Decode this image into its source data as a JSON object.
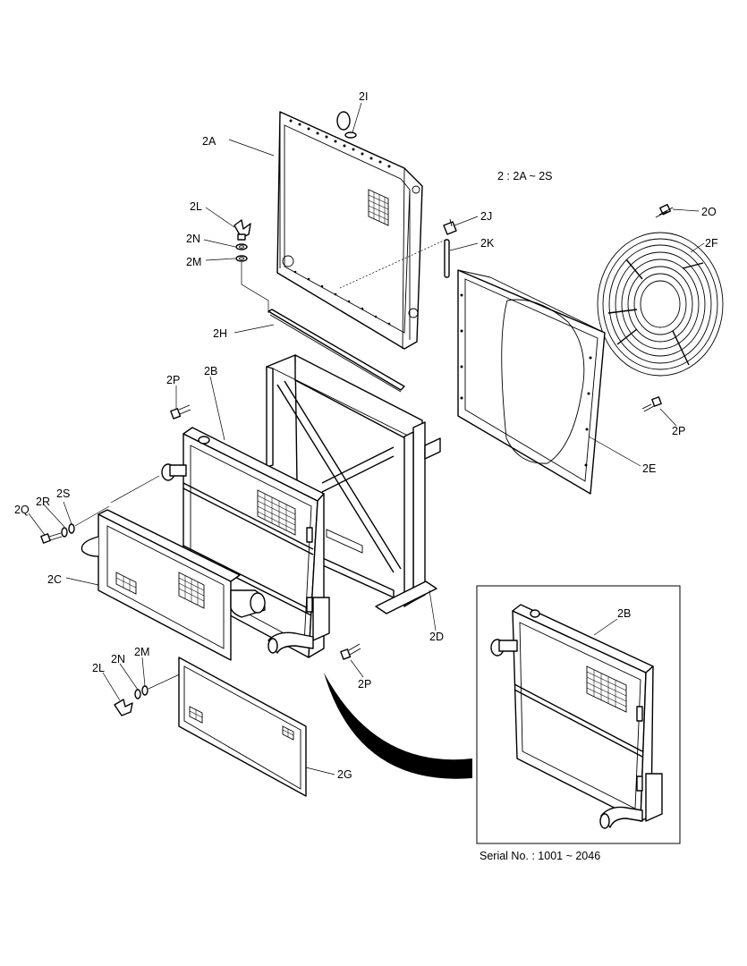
{
  "group_note": "2 : 2A ~ 2S",
  "serial_note": "Serial No. : 1001 ~ 2046",
  "callouts": {
    "c_2I": "2I",
    "c_2A": "2A",
    "c_2J": "2J",
    "c_2K": "2K",
    "c_2O": "2O",
    "c_2F": "2F",
    "c_2L_top": "2L",
    "c_2N_top": "2N",
    "c_2M_top": "2M",
    "c_2H": "2H",
    "c_2P_a": "2P",
    "c_2B": "2B",
    "c_2P_b": "2P",
    "c_2E": "2E",
    "c_2S": "2S",
    "c_2R": "2R",
    "c_2Q": "2Q",
    "c_2C": "2C",
    "c_2D": "2D",
    "c_2P_c": "2P",
    "c_2M_bot": "2M",
    "c_2N_bot": "2N",
    "c_2L_bot": "2L",
    "c_2G": "2G",
    "c_2B_inset": "2B"
  }
}
